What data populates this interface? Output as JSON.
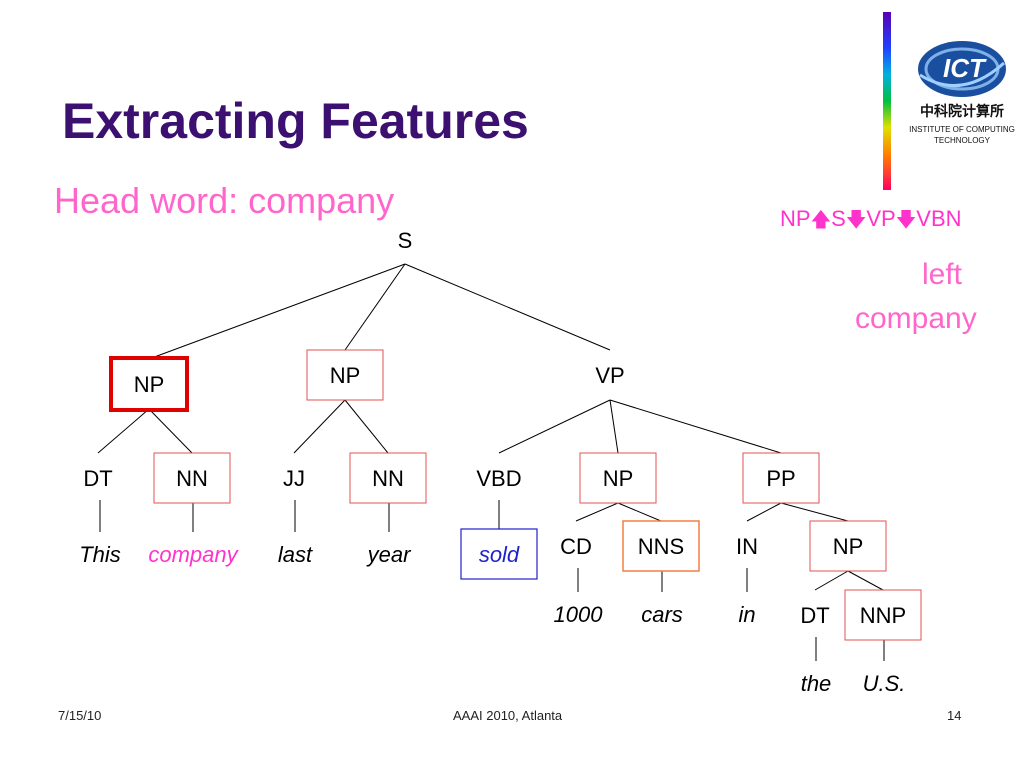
{
  "slide": {
    "title": "Extracting Features",
    "subtitle": "Head word: company",
    "path": [
      "NP",
      "S",
      "VP",
      "VBN"
    ],
    "feature_line1": "left",
    "feature_line2": "company"
  },
  "logo": {
    "acronym": "ICT",
    "chinese": "中科院计算所",
    "english_line1": "INSTITUTE OF COMPUTING",
    "english_line2": "TECHNOLOGY"
  },
  "colors": {
    "title": "#3b1070",
    "pink": "#ff66cc",
    "highlight_box": "#e00000",
    "box": "#e05050",
    "orange_box": "#f08040",
    "blue": "#2020cc"
  },
  "tree": {
    "nodes": [
      {
        "id": "S",
        "label": "S",
        "box": "none"
      },
      {
        "id": "NP1",
        "label": "NP",
        "box": "thick"
      },
      {
        "id": "NP2",
        "label": "NP",
        "box": "normal"
      },
      {
        "id": "VP",
        "label": "VP",
        "box": "none"
      },
      {
        "id": "DT1",
        "label": "DT",
        "box": "none"
      },
      {
        "id": "NN1",
        "label": "NN",
        "box": "normal"
      },
      {
        "id": "JJ",
        "label": "JJ",
        "box": "none"
      },
      {
        "id": "NN2",
        "label": "NN",
        "box": "normal"
      },
      {
        "id": "VBD",
        "label": "VBD",
        "box": "none"
      },
      {
        "id": "NP3",
        "label": "NP",
        "box": "normal"
      },
      {
        "id": "PP",
        "label": "PP",
        "box": "normal"
      },
      {
        "id": "CD",
        "label": "CD",
        "box": "none"
      },
      {
        "id": "NNS",
        "label": "NNS",
        "box": "orange"
      },
      {
        "id": "IN",
        "label": "IN",
        "box": "none"
      },
      {
        "id": "NP4",
        "label": "NP",
        "box": "normal"
      },
      {
        "id": "DT2",
        "label": "DT",
        "box": "none"
      },
      {
        "id": "NNP",
        "label": "NNP",
        "box": "normal"
      }
    ],
    "words": [
      {
        "id": "w_this",
        "text": "This",
        "style": "black"
      },
      {
        "id": "w_company",
        "text": "company",
        "style": "pink"
      },
      {
        "id": "w_last",
        "text": "last",
        "style": "black"
      },
      {
        "id": "w_year",
        "text": "year",
        "style": "black"
      },
      {
        "id": "w_sold",
        "text": "sold",
        "style": "blue-box"
      },
      {
        "id": "w_1000",
        "text": "1000",
        "style": "black"
      },
      {
        "id": "w_cars",
        "text": "cars",
        "style": "black"
      },
      {
        "id": "w_in",
        "text": "in",
        "style": "black"
      },
      {
        "id": "w_the",
        "text": "the",
        "style": "black"
      },
      {
        "id": "w_us",
        "text": "U.S.",
        "style": "black"
      }
    ],
    "edges": [
      [
        "S",
        "NP1"
      ],
      [
        "S",
        "NP2"
      ],
      [
        "S",
        "VP"
      ],
      [
        "NP1",
        "DT1"
      ],
      [
        "NP1",
        "NN1"
      ],
      [
        "NP2",
        "JJ"
      ],
      [
        "NP2",
        "NN2"
      ],
      [
        "VP",
        "VBD"
      ],
      [
        "VP",
        "NP3"
      ],
      [
        "VP",
        "PP"
      ],
      [
        "NP3",
        "CD"
      ],
      [
        "NP3",
        "NNS"
      ],
      [
        "PP",
        "IN"
      ],
      [
        "PP",
        "NP4"
      ],
      [
        "NP4",
        "DT2"
      ],
      [
        "NP4",
        "NNP"
      ],
      [
        "DT1",
        "w_this"
      ],
      [
        "NN1",
        "w_company"
      ],
      [
        "JJ",
        "w_last"
      ],
      [
        "NN2",
        "w_year"
      ],
      [
        "VBD",
        "w_sold"
      ],
      [
        "CD",
        "w_1000"
      ],
      [
        "NNS",
        "w_cars"
      ],
      [
        "IN",
        "w_in"
      ],
      [
        "DT2",
        "w_the"
      ],
      [
        "NNP",
        "w_us"
      ]
    ]
  },
  "footer": {
    "date": "7/15/10",
    "conference": "AAAI 2010, Atlanta",
    "page": "14"
  }
}
